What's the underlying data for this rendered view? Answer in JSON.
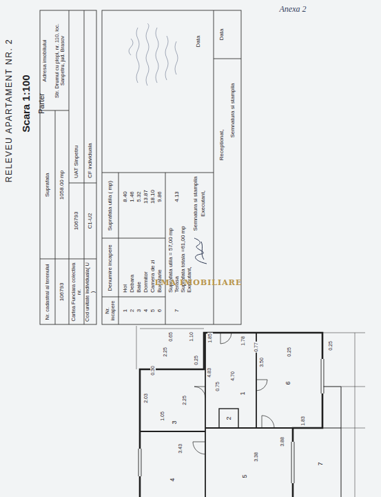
{
  "diagram": {
    "title": "RELEVEU APARTAMENT NR. 2",
    "labels": [
      "Anexa 2",
      "Scara 1:100",
      "Parter",
      "Nr. cadastral al terenului",
      "Suprafata",
      "Adresa imobilului",
      "106793",
      "1058.00 mp",
      "Str. Drumul cu plopi, nr. 110, loc. Sanpetru, jud. Brasov",
      "Cartea Funciara colectiva nr.",
      "106793",
      "UAT Sinpetru",
      "Cod unitate individuala( U )",
      "C1-U2",
      "CF individuala",
      "Nr. incapere",
      "Denumire incapere",
      "Suprafata utila ( mp)",
      "1",
      "Hol",
      "8.40",
      "2",
      "Debara",
      "1.46",
      "3",
      "Baie",
      "5.32",
      "4",
      "Dormitor",
      "13.87",
      "5",
      "Camera de zi",
      "18.10",
      "6",
      "Bucatarie",
      "9.86",
      "Suprafata utila = 57,00 mp",
      "7",
      "Terasa",
      "4.13",
      "Suprafata totala =61,00 mp",
      "Executant,",
      "Semnatura si stampila",
      "Executant,",
      "Data",
      "Receptionat,",
      "Semnatura si stampila",
      "Data",
      "LMA IMOBILIARE",
      "0.65",
      "1.10",
      "0.30",
      "2.25",
      "0.25",
      "1.85",
      "1.78",
      "0.77",
      "3.50",
      "0.25",
      "0.25",
      "4.83",
      "0.75",
      "1.05",
      "3",
      "2.03",
      "2.25",
      "4",
      "3.43",
      "2",
      "1",
      "4.70",
      "5",
      "3.38",
      "3.88",
      "6",
      "1.83",
      "7"
    ]
  }
}
